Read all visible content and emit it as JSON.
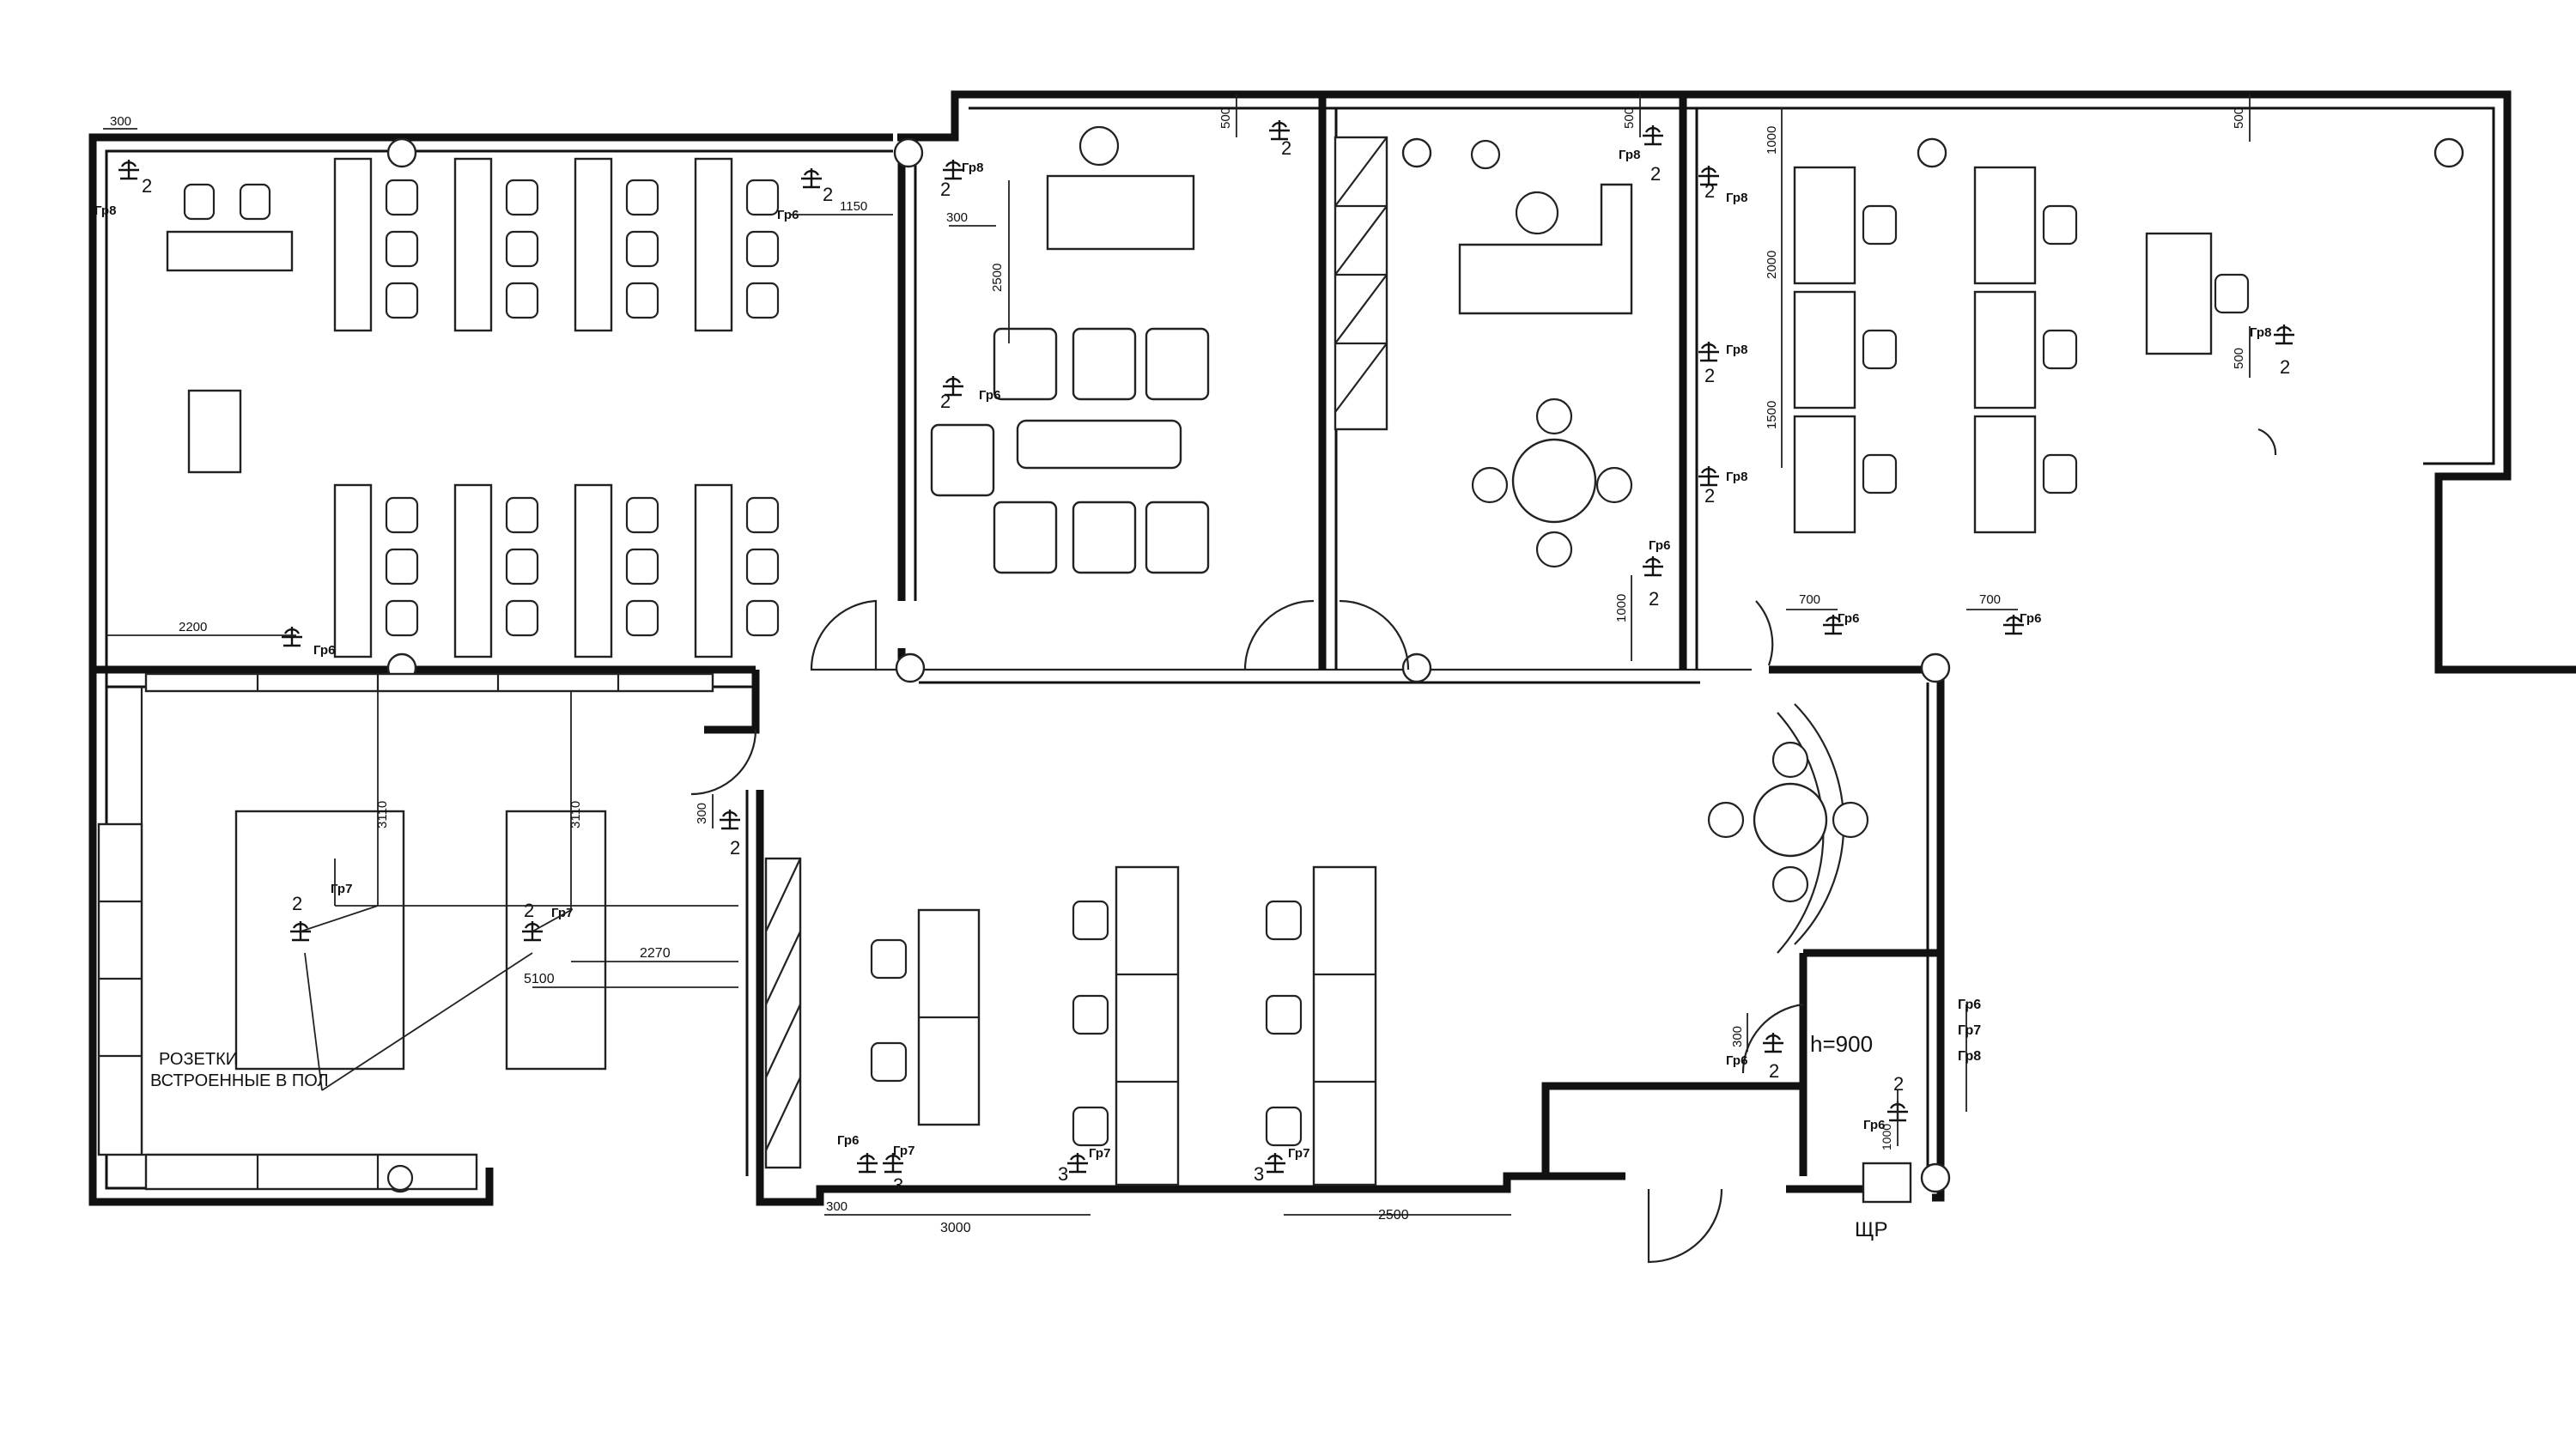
{
  "dimensions": {
    "d300_top": "300",
    "d1150": "1150",
    "d300_a": "300",
    "d2500_v": "2500",
    "d500_a": "500",
    "d500_b": "500",
    "d1000": "1000",
    "d2000": "2000",
    "d1500": "1500",
    "d500_c": "500",
    "d500_d": "500",
    "d1000_b": "1000",
    "d700_a": "700",
    "d700_b": "700",
    "d2200": "2200",
    "d3110_a": "3110",
    "d3110_b": "3110",
    "d2270": "2270",
    "d5100": "5100",
    "d300_b": "300",
    "d300_c": "300",
    "d300_bot": "300",
    "d3000": "3000",
    "d2500_bot": "2500",
    "d1000_c": "1000"
  },
  "circuits": {
    "gr6": "Гр6",
    "gr7": "Гр7",
    "gr8": "Гр8"
  },
  "socket_counts": {
    "two": "2",
    "three": "3"
  },
  "notes": {
    "floor_sockets_line1": "РОЗЕТКИ",
    "floor_sockets_line2": "ВСТРОЕННЫЕ В ПОЛ",
    "height": "h=900",
    "panel": "ЩР"
  },
  "legend_panel": [
    "Гр6",
    "Гр7",
    "Гр8"
  ]
}
